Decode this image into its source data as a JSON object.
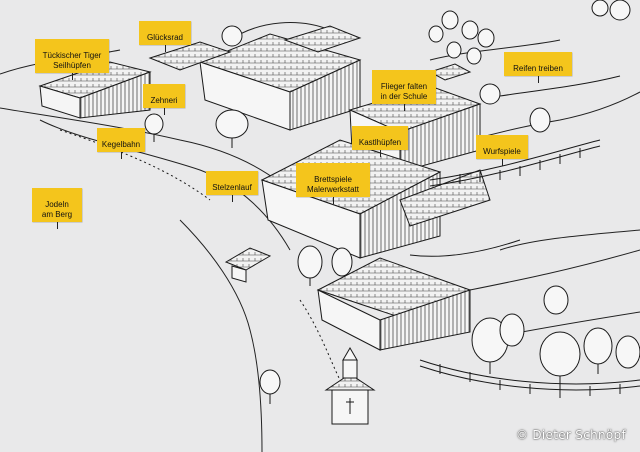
{
  "labels": [
    {
      "id": "tuckischer-tiger",
      "text": "Tückischer Tiger\nSeilhüpfen"
    },
    {
      "id": "gluecksrad",
      "text": "Glücksrad"
    },
    {
      "id": "zehneri",
      "text": "Zehneri"
    },
    {
      "id": "kegelbahn",
      "text": "Kegelbahn"
    },
    {
      "id": "jodeln",
      "text": "Jodeln\nam Berg"
    },
    {
      "id": "flieger",
      "text": "Flieger falten\nin der Schule"
    },
    {
      "id": "reifen",
      "text": "Reifen treiben"
    },
    {
      "id": "kastlhuepfen",
      "text": "Kastlhüpfen"
    },
    {
      "id": "wurfspiele",
      "text": "Wurfspiele"
    },
    {
      "id": "stelzenlauf",
      "text": "Stelzenlauf"
    },
    {
      "id": "brettspiele",
      "text": "Brettspiele\nMalerwerkstatt"
    }
  ],
  "copyright": "© Dieter Schnöpf",
  "colors": {
    "label_bg": "#f4c51c",
    "paper": "#e9e9ea",
    "ink": "#1a1a1a"
  }
}
